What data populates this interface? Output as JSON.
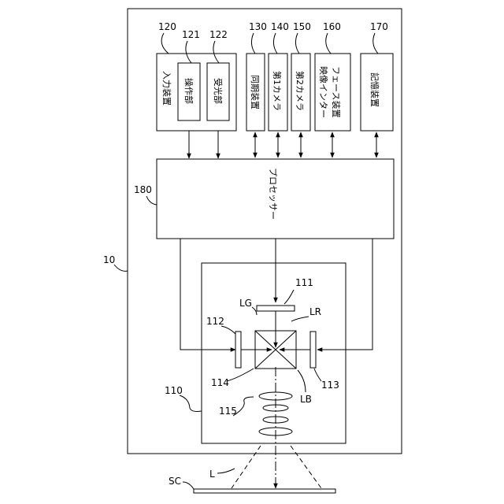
{
  "labels": {
    "device": "10",
    "input_device": "120",
    "operation_unit": "121",
    "light_receiving_unit": "122",
    "sync_device": "130",
    "camera1": "140",
    "camera2": "150",
    "video_interface": "160",
    "storage": "170",
    "processor": "180",
    "optical_unit": "110",
    "panel_r": "111",
    "panel_g": "112",
    "panel_b": "113",
    "prism": "114",
    "lens": "115",
    "screen": "SC",
    "light": "L",
    "lg": "LG",
    "lr": "LR",
    "lb": "LB"
  },
  "text": {
    "input_device": "入力装置",
    "operation_unit": "操作部",
    "light_receiving_unit": "受光部",
    "sync_device": "同期装置",
    "camera1": "第1カメラ",
    "camera2": "第2カメラ",
    "video_interface_1": "映像インター",
    "video_interface_2": "フェース装置",
    "storage": "記憶装置",
    "processor": "プロセッサー"
  }
}
